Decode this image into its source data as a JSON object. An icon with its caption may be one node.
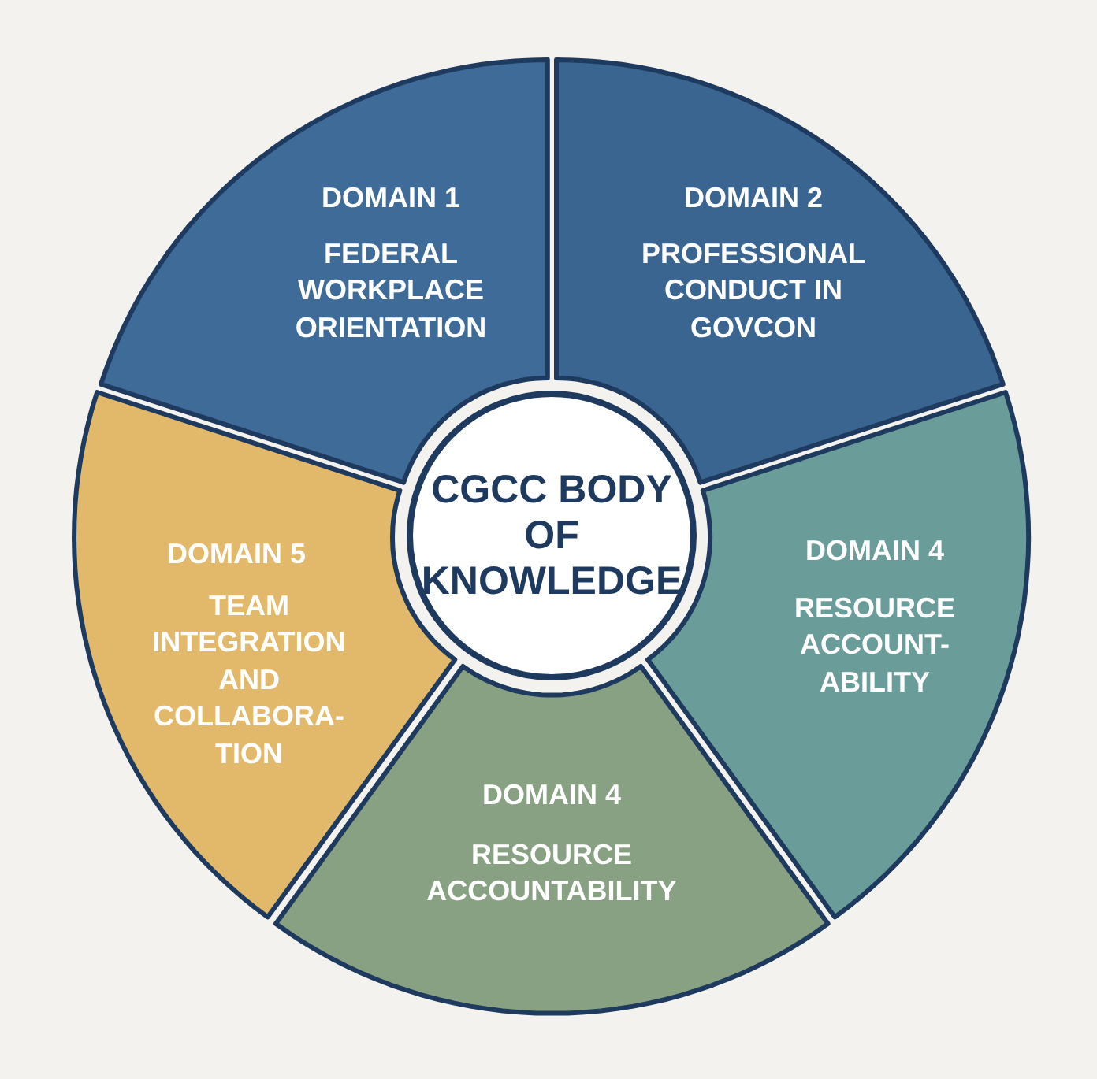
{
  "diagram": {
    "nodes": [
      {
        "text": [
          "DOMAIN 1",
          "FEDERAL WORKPLACE ORIENTATION"
        ]
      },
      {
        "text": [
          "DOMAIN 2",
          "PROFESSIONAL CONDUCT IN GOVCON"
        ]
      },
      {
        "text": [
          "DOMAIN 5",
          "TEAM INTEGRATION AND COLLABORA- TION"
        ]
      },
      {
        "text": [
          "CGCC BODY OF KNOWLEDGE"
        ]
      },
      {
        "text": [
          "DOMAIN 4",
          "RESOURCE ACCOUNT- ABILITY"
        ]
      },
      {
        "text": [
          "DOMAIN 4",
          "RESOURCE ACCOUNTABILITY"
        ]
      }
    ]
  }
}
